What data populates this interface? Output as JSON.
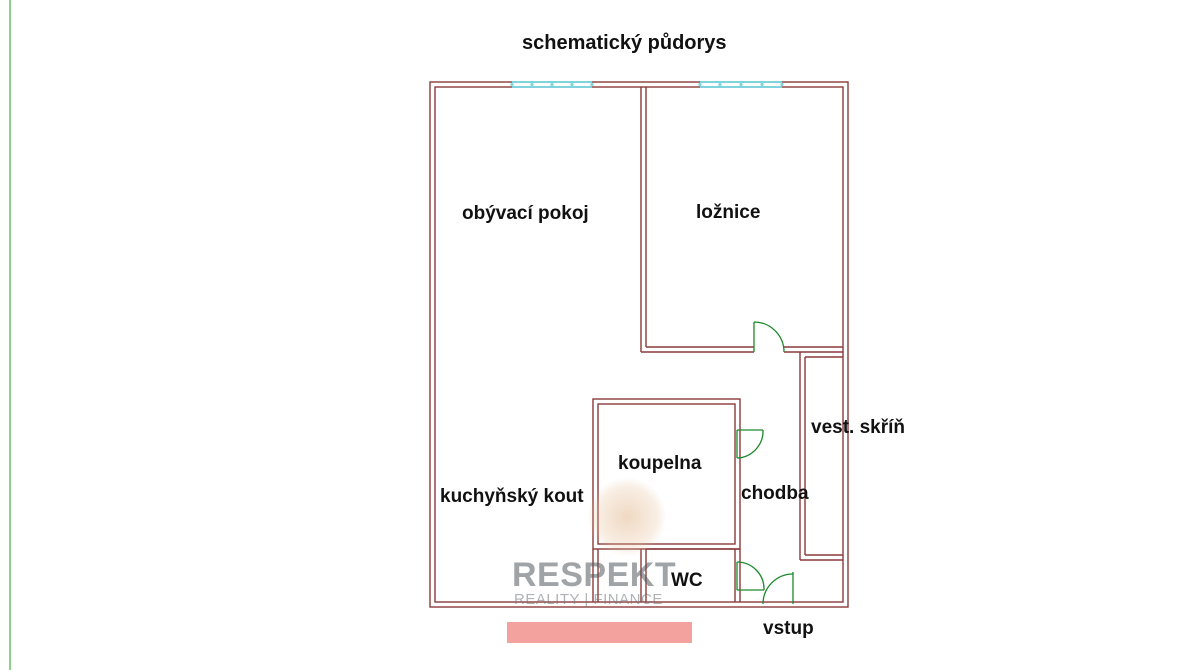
{
  "title": "schematický půdorys",
  "rooms": {
    "living_room": "obývací pokoj",
    "bedroom": "ložnice",
    "wardrobe": "vest. skříň",
    "bathroom": "koupelna",
    "hallway": "chodba",
    "kitchen_corner": "kuchyňský kout",
    "wc": "WC",
    "entrance": "vstup"
  },
  "watermark": {
    "brand": "RESPEKT",
    "tagline": "REALITY | FINANCE"
  },
  "colors": {
    "wall": "#8a3a3a",
    "window": "#7fd3dc",
    "door": "#1a8a2a",
    "redaction": "#f3a29d",
    "left_rule": "#8cd08c"
  }
}
